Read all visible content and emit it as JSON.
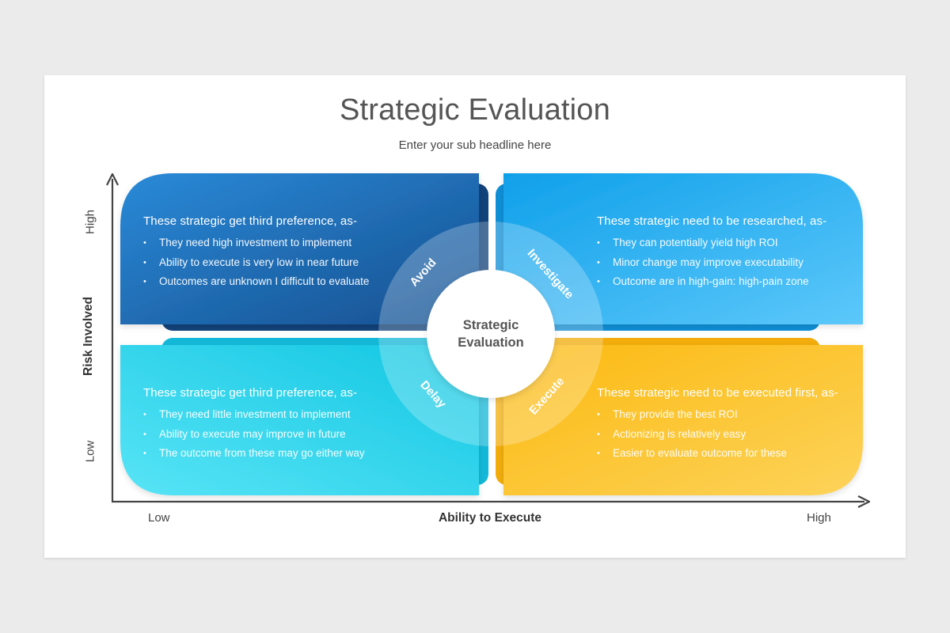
{
  "header": {
    "title": "Strategic Evaluation",
    "subtitle": "Enter your sub headline here"
  },
  "center": {
    "line1": "Strategic",
    "line2": "Evaluation"
  },
  "quadrants": {
    "top_left": {
      "ring_label": "Avoid",
      "heading": "These strategic get third preference, as-",
      "bullets": [
        "They need high investment to implement",
        "Ability to execute is very low in near future",
        "Outcomes are unknown I difficult to evaluate"
      ],
      "color": "#1a69b8"
    },
    "top_right": {
      "ring_label": "Investigate",
      "heading": "These strategic need to be researched, as-",
      "bullets": [
        "They can potentially yield high ROI",
        "Minor change may improve executability",
        "Outcome are in high-gain: high-pain zone"
      ],
      "color": "#2eaaf0"
    },
    "bottom_left": {
      "ring_label": "Delay",
      "heading": "These strategic get third preference, as-",
      "bullets": [
        "They need little investment to implement",
        "Ability to execute may improve in future",
        "The outcome from these may go either way"
      ],
      "color": "#22d0e8"
    },
    "bottom_right": {
      "ring_label": "Execute",
      "heading": "These strategic need to be executed first, as-",
      "bullets": [
        "They provide the best ROI",
        "Actionizing is relatively easy",
        "Easier to evaluate outcome for these"
      ],
      "color": "#fcc32a"
    }
  },
  "axes": {
    "x_label": "Ability to Execute",
    "x_low": "Low",
    "x_high": "High",
    "y_label": "Risk Involved",
    "y_low": "Low",
    "y_high": "High"
  }
}
